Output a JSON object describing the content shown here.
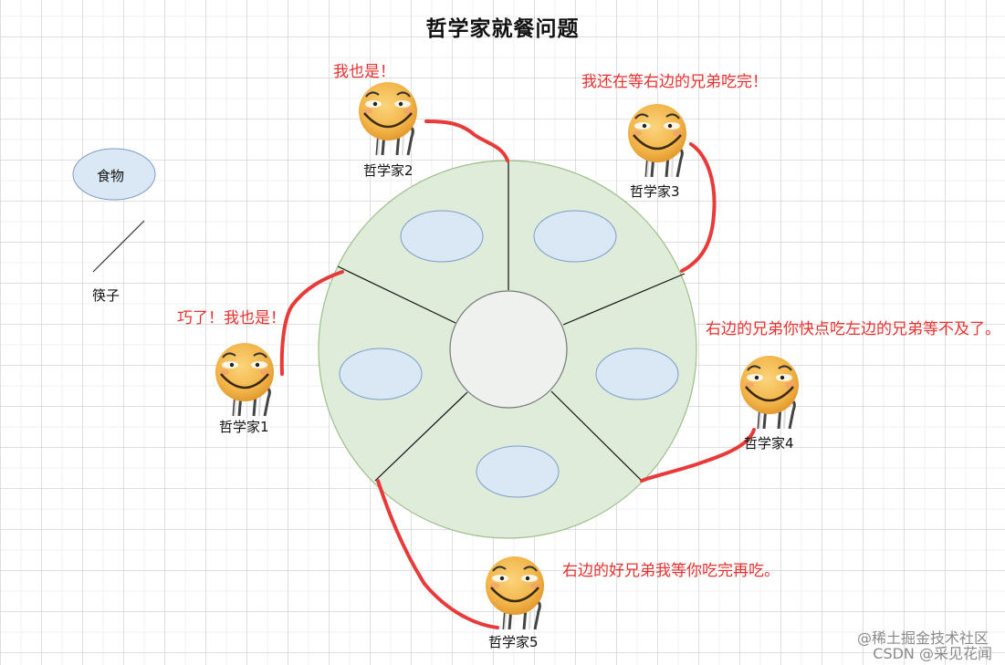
{
  "title": "哲学家就餐问题",
  "legend": {
    "food_label": "食物",
    "chopstick_label": "筷子"
  },
  "philosophers": [
    {
      "name": "哲学家1",
      "speech": "巧了！我也是！"
    },
    {
      "name": "哲学家2",
      "speech": "我也是！"
    },
    {
      "name": "哲学家3",
      "speech": "我还在等右边的兄弟吃完！"
    },
    {
      "name": "哲学家4",
      "speech": "右边的兄弟你快点吃左边的兄弟等不及了。"
    },
    {
      "name": "哲学家5",
      "speech": "右边的好兄弟我等你吃完再吃。"
    }
  ],
  "watermark": {
    "line1": "@稀土掘金技术社区",
    "line2": "CSDN @采见花闻"
  },
  "colors": {
    "table_fill": "#dfecd9",
    "table_stroke": "#9cbf8a",
    "center_fill": "#eef1ee",
    "food_fill": "#dae8f5",
    "food_stroke": "#7e9cc7",
    "arrow_red": "#e93a3a",
    "speech_red": "#e8312f"
  }
}
